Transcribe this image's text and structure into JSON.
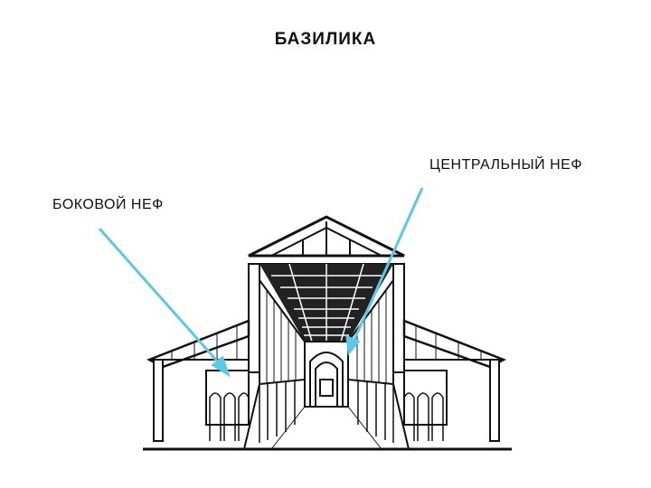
{
  "title": "БАЗИЛИКА",
  "labels": {
    "side_nave": "БОКОВОЙ НЕФ",
    "central_nave": "ЦЕНТРАЛЬНЫЙ НЕФ"
  },
  "colors": {
    "arrow": "#5bc8e8",
    "ink": "#111111",
    "background": "#ffffff"
  }
}
